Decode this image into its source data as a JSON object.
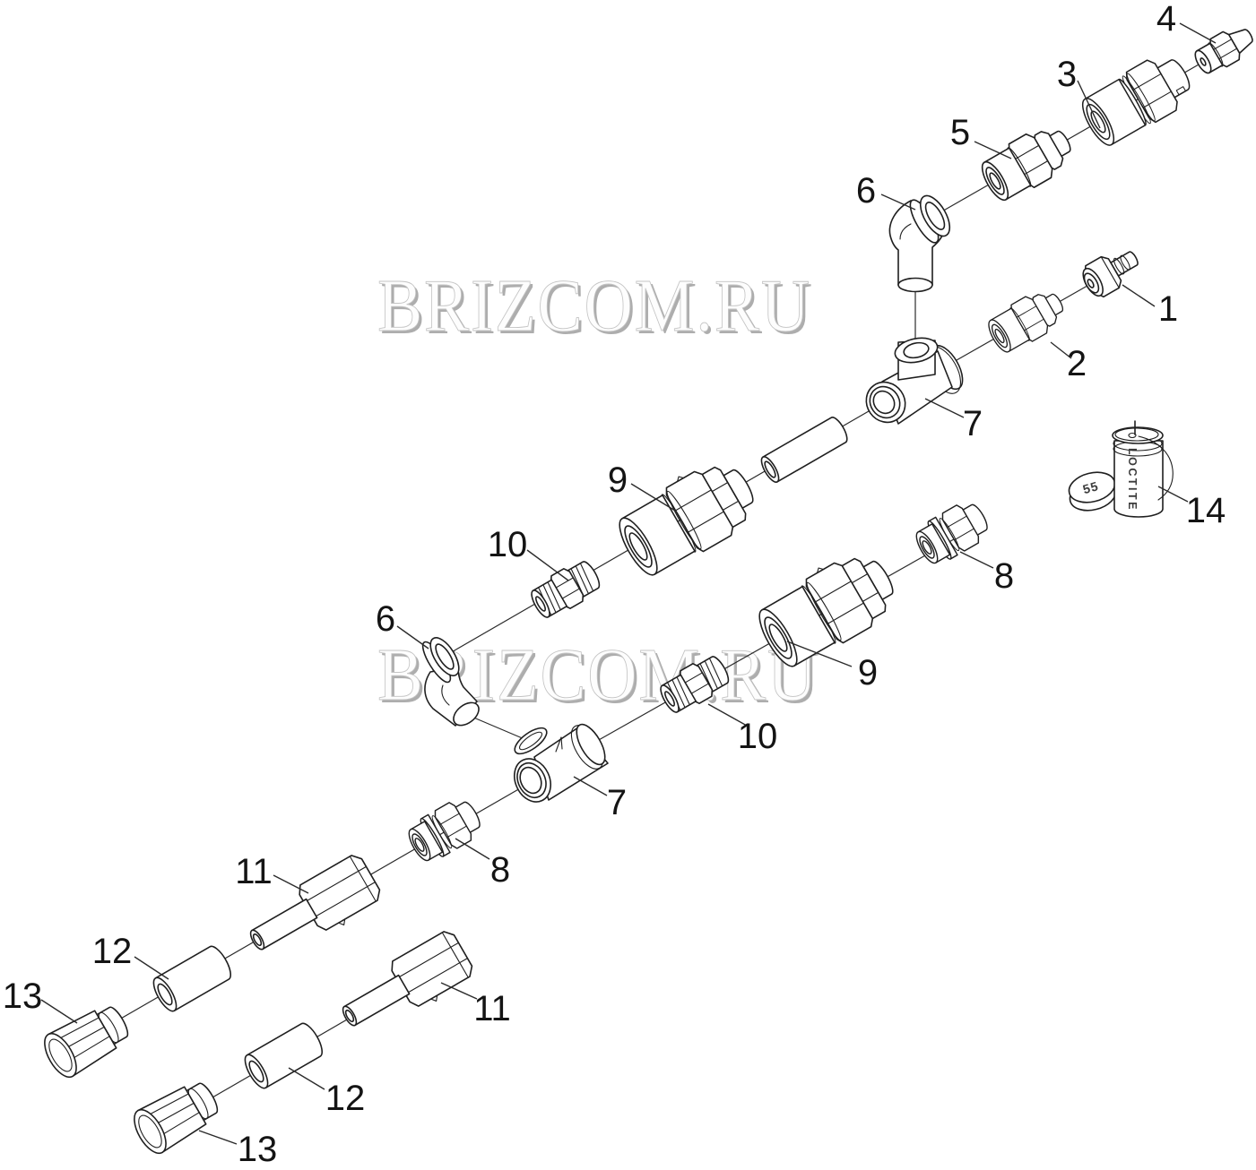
{
  "page": {
    "background": "#ffffff"
  },
  "watermark": {
    "text": "BRIZCOM.RU"
  },
  "diagram": {
    "type": "exploded-parts-diagram",
    "callouts": {
      "c1": "1",
      "c2": "2",
      "c3": "3",
      "c4": "4",
      "c5": "5",
      "c6": "6",
      "c7": "7",
      "c8": "8",
      "c9": "9",
      "c10": "10",
      "c11": "11",
      "c12": "12",
      "c13": "13",
      "c14": "14"
    },
    "loctite": {
      "brand": "LOCTITE",
      "cap_number": "55"
    }
  }
}
